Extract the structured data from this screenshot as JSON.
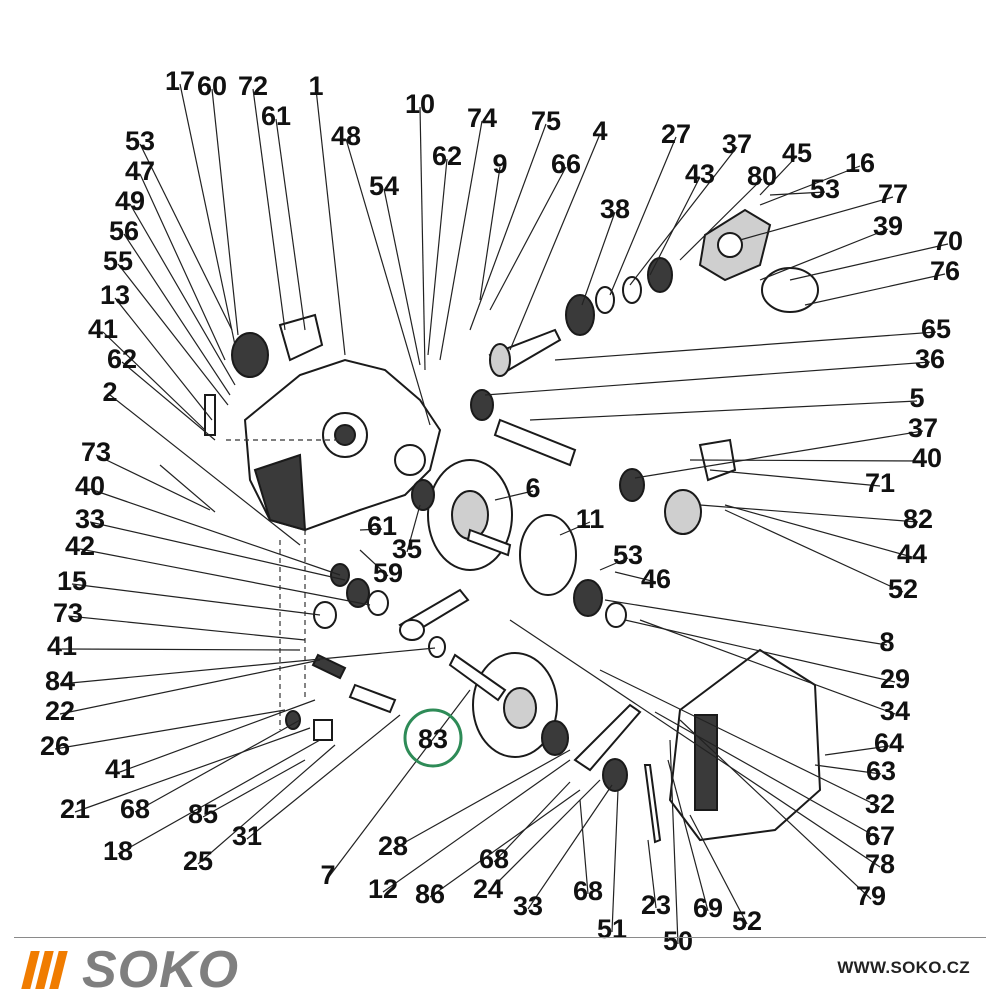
{
  "labels": [
    {
      "id": "l17",
      "text": "17"
    },
    {
      "id": "l60",
      "text": "60"
    },
    {
      "id": "l72",
      "text": "72"
    },
    {
      "id": "l1",
      "text": "1"
    },
    {
      "id": "l61a",
      "text": "61"
    },
    {
      "id": "l53a",
      "text": "53"
    },
    {
      "id": "l47",
      "text": "47"
    },
    {
      "id": "l49",
      "text": "49"
    },
    {
      "id": "l56",
      "text": "56"
    },
    {
      "id": "l55",
      "text": "55"
    },
    {
      "id": "l13",
      "text": "13"
    },
    {
      "id": "l41a",
      "text": "41"
    },
    {
      "id": "l62a",
      "text": "62"
    },
    {
      "id": "l2",
      "text": "2"
    },
    {
      "id": "l48",
      "text": "48"
    },
    {
      "id": "l10",
      "text": "10"
    },
    {
      "id": "l74",
      "text": "74"
    },
    {
      "id": "l75",
      "text": "75"
    },
    {
      "id": "l62b",
      "text": "62"
    },
    {
      "id": "l9",
      "text": "9"
    },
    {
      "id": "l66",
      "text": "66"
    },
    {
      "id": "l54",
      "text": "54"
    },
    {
      "id": "l4",
      "text": "4"
    },
    {
      "id": "l27",
      "text": "27"
    },
    {
      "id": "l37a",
      "text": "37"
    },
    {
      "id": "l45",
      "text": "45"
    },
    {
      "id": "l16",
      "text": "16"
    },
    {
      "id": "l43",
      "text": "43"
    },
    {
      "id": "l80",
      "text": "80"
    },
    {
      "id": "l53b",
      "text": "53"
    },
    {
      "id": "l77",
      "text": "77"
    },
    {
      "id": "l38",
      "text": "38"
    },
    {
      "id": "l39",
      "text": "39"
    },
    {
      "id": "l70",
      "text": "70"
    },
    {
      "id": "l76",
      "text": "76"
    },
    {
      "id": "l65",
      "text": "65"
    },
    {
      "id": "l36",
      "text": "36"
    },
    {
      "id": "l5",
      "text": "5"
    },
    {
      "id": "l37b",
      "text": "37"
    },
    {
      "id": "l40a",
      "text": "40"
    },
    {
      "id": "l71",
      "text": "71"
    },
    {
      "id": "l82",
      "text": "82"
    },
    {
      "id": "l44",
      "text": "44"
    },
    {
      "id": "l52a",
      "text": "52"
    },
    {
      "id": "l73a",
      "text": "73"
    },
    {
      "id": "l40b",
      "text": "40"
    },
    {
      "id": "l33a",
      "text": "33"
    },
    {
      "id": "l42",
      "text": "42"
    },
    {
      "id": "l15",
      "text": "15"
    },
    {
      "id": "l73b",
      "text": "73"
    },
    {
      "id": "l41b",
      "text": "41"
    },
    {
      "id": "l84",
      "text": "84"
    },
    {
      "id": "l22",
      "text": "22"
    },
    {
      "id": "l26",
      "text": "26"
    },
    {
      "id": "l41c",
      "text": "41"
    },
    {
      "id": "l21",
      "text": "21"
    },
    {
      "id": "l68a",
      "text": "68"
    },
    {
      "id": "l18",
      "text": "18"
    },
    {
      "id": "l85",
      "text": "85"
    },
    {
      "id": "l25",
      "text": "25"
    },
    {
      "id": "l31",
      "text": "31"
    },
    {
      "id": "l6",
      "text": "6"
    },
    {
      "id": "l11",
      "text": "11"
    },
    {
      "id": "l61b",
      "text": "61"
    },
    {
      "id": "l35",
      "text": "35"
    },
    {
      "id": "l59",
      "text": "59"
    },
    {
      "id": "l53c",
      "text": "53"
    },
    {
      "id": "l46",
      "text": "46"
    },
    {
      "id": "l8",
      "text": "8"
    },
    {
      "id": "l29",
      "text": "29"
    },
    {
      "id": "l34",
      "text": "34"
    },
    {
      "id": "l64",
      "text": "64"
    },
    {
      "id": "l63",
      "text": "63"
    },
    {
      "id": "l32",
      "text": "32"
    },
    {
      "id": "l67",
      "text": "67"
    },
    {
      "id": "l78",
      "text": "78"
    },
    {
      "id": "l79",
      "text": "79"
    },
    {
      "id": "l7",
      "text": "7"
    },
    {
      "id": "l28",
      "text": "28"
    },
    {
      "id": "l12",
      "text": "12"
    },
    {
      "id": "l86",
      "text": "86"
    },
    {
      "id": "l68b",
      "text": "68"
    },
    {
      "id": "l24",
      "text": "24"
    },
    {
      "id": "l33b",
      "text": "33"
    },
    {
      "id": "l68c",
      "text": "68"
    },
    {
      "id": "l23",
      "text": "23"
    },
    {
      "id": "l69",
      "text": "69"
    },
    {
      "id": "l52b",
      "text": "52"
    },
    {
      "id": "l51",
      "text": "51"
    },
    {
      "id": "l50",
      "text": "50"
    }
  ],
  "highlight": {
    "text": "83",
    "ring_color": "#2e8b57"
  },
  "footer": {
    "brand": "SOKO",
    "website": "WWW.SOKO.CZ",
    "logo_bar_color": "#f07c00",
    "brand_color": "#7f7f7f"
  }
}
